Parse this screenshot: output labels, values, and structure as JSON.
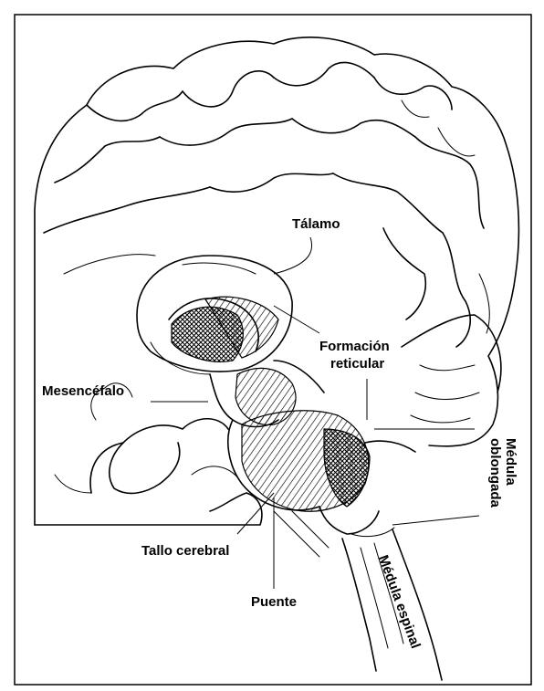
{
  "labels": {
    "thalamus": "Tálamo",
    "reticular_line1": "Formación",
    "reticular_line2": "reticular",
    "midbrain": "Mesencéfalo",
    "medulla_line1": "Médula",
    "medulla_line2": "oblongada",
    "brainstem": "Tallo cerebral",
    "pons": "Puente",
    "spinal_cord": "Médula espinal"
  }
}
